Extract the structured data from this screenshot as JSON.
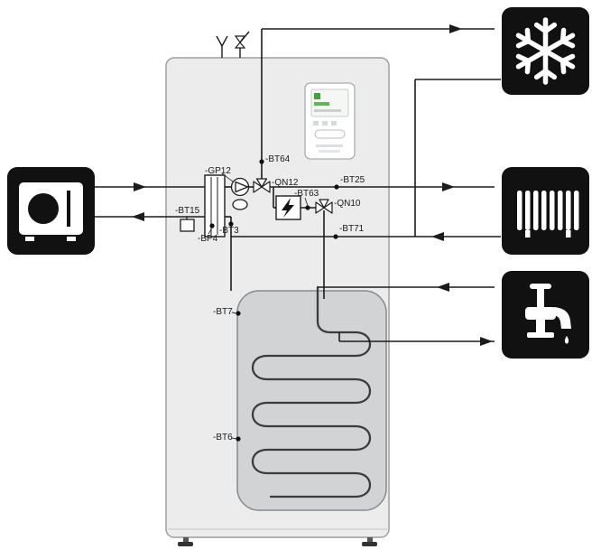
{
  "diagram_type": "heat-pump-hydronic-system-schematic",
  "labels": {
    "gp12": "-GP12",
    "bt64": "-BT64",
    "qn12": "-QN12",
    "bt25": "-BT25",
    "bt63": "-BT63",
    "qn10": "-QN10",
    "bt71": "-BT71",
    "bt15": "-BT15",
    "bp4": "-BP4",
    "bt3": "-BT3",
    "bt7": "-BT7",
    "bt6": "-BT6"
  },
  "tiles": {
    "outdoor_unit": "outdoor-heat-pump-unit",
    "cooling": "snowflake",
    "heating": "radiator",
    "hot_water": "water-tap"
  },
  "flows": [
    {
      "from": "outdoor-unit",
      "to": "indoor-unit",
      "direction": "right"
    },
    {
      "from": "indoor-unit",
      "to": "outdoor-unit",
      "direction": "left"
    },
    {
      "from": "indoor-unit",
      "to": "cooling-circuit",
      "direction": "right"
    },
    {
      "from": "cooling-circuit",
      "to": "indoor-unit",
      "direction": "return"
    },
    {
      "from": "indoor-unit",
      "to": "heating-circuit",
      "direction": "right"
    },
    {
      "from": "heating-circuit",
      "to": "indoor-unit",
      "direction": "left"
    },
    {
      "from": "tap-water",
      "to": "tank",
      "direction": "left"
    },
    {
      "from": "tank",
      "to": "tap-water",
      "direction": "right"
    }
  ],
  "colors": {
    "tile_background": "#111111",
    "unit_body": "#ececec",
    "tank_fill": "#d2d3d4",
    "display_accent_green": "#3fa33c",
    "line": "#1c1c1c"
  }
}
